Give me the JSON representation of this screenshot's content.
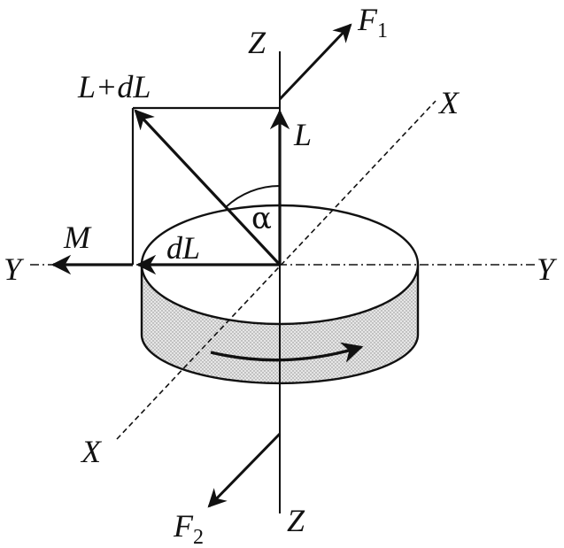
{
  "labels": {
    "z_top": "Z",
    "z_bottom": "Z",
    "y_left": "Y",
    "y_right": "Y",
    "x_top": "X",
    "x_bottom": "X",
    "f1_main": "F",
    "f1_sub": "1",
    "f2_main": "F",
    "f2_sub": "2",
    "l_plus_dl": "L+dL",
    "l": "L",
    "m": "M",
    "dl": "dL",
    "alpha": "α"
  },
  "colors": {
    "ink": "#111111",
    "disk_fill": "#d9d9d9",
    "background": "#ffffff"
  }
}
